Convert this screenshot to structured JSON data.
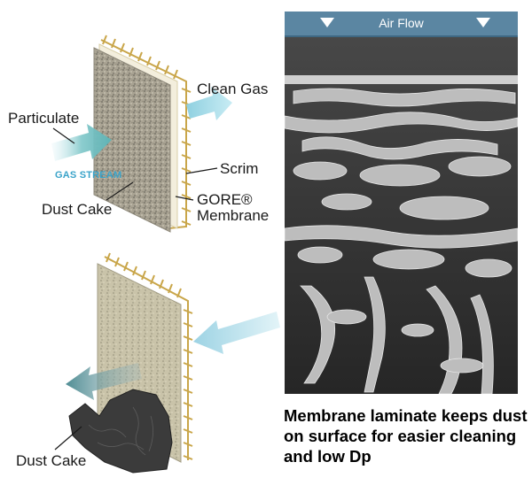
{
  "top_diagram": {
    "labels": {
      "clean_gas": "Clean Gas",
      "particulate": "Particulate",
      "scrim": "Scrim",
      "gore_membrane_line1": "GORE®",
      "gore_membrane_line2": "Membrane",
      "dust_cake": "Dust Cake",
      "gas_stream": "GAS STREAM"
    }
  },
  "bottom_diagram": {
    "labels": {
      "dust_cake": "Dust Cake"
    }
  },
  "sem_image": {
    "air_flow_label": "Air Flow"
  },
  "caption": "Membrane laminate keeps dust on surface for easier cleaning and low Dp",
  "colors": {
    "air_flow_bar": "#5b86a2",
    "gas_stream_text": "#3aa3c9",
    "arrow_blue": "#a8d8ea",
    "scrim_gold": "#c9a64a"
  }
}
